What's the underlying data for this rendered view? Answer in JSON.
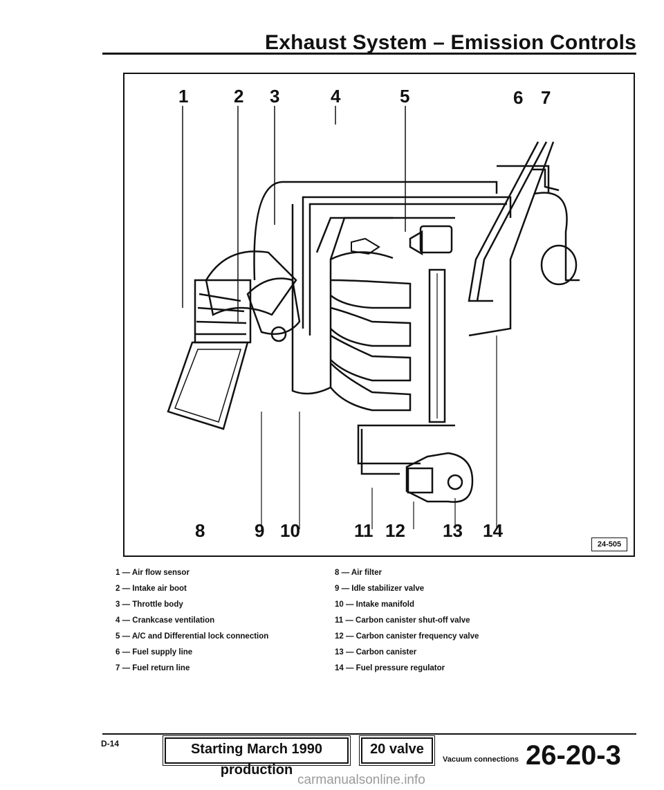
{
  "header": {
    "title": "Exhaust System – Emission Controls"
  },
  "figure": {
    "id_tag": "24-505",
    "top_callouts": [
      "1",
      "2",
      "3",
      "4",
      "5",
      "6",
      "7"
    ],
    "bottom_callouts": [
      "8",
      "9",
      "10",
      "11",
      "12",
      "13",
      "14"
    ]
  },
  "legend": {
    "left": [
      "1 — Air flow sensor",
      "2 — Intake air boot",
      "3 — Throttle body",
      "4 — Crankcase ventilation",
      "5 — A/C and Differential lock connection",
      "6 — Fuel supply line",
      "7 — Fuel return line"
    ],
    "right": [
      "8 — Air filter",
      "9 — Idle stabilizer valve",
      "10 — Intake manifold",
      "11 — Carbon canister shut-off valve",
      "12 — Carbon canister frequency valve",
      "13 — Carbon canister",
      "14 — Fuel pressure regulator"
    ]
  },
  "footer": {
    "page_code": "D-14",
    "production": "Starting March 1990 production",
    "engine": "20 valve",
    "section": "Vacuum connections",
    "page_number": "26-20-3"
  },
  "watermark": "carmanualsonline.info"
}
